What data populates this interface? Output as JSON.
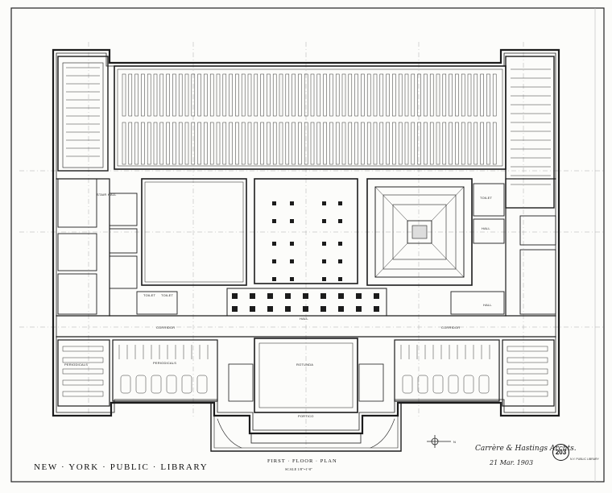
{
  "sheet": {
    "title": "NEW · YORK · PUBLIC · LIBRARY",
    "plan_title": "FIRST · FLOOR · PLAN",
    "scale": "SCALE 1/8\"=1'-0\"",
    "sheet_number": "203",
    "signature": "Carrère & Hastings Archts.",
    "signature_date": "21 Mar. 1903",
    "stamp": "N.Y. PUBLIC LIBRARY"
  },
  "rooms": {
    "stair_hall": "STAIR HALL",
    "toilet_left": "TOILET",
    "toilet_left_2": "TOILET",
    "toilet_right": "TOILET",
    "hall_right": "HALL",
    "hall_right_2": "HALL",
    "corridor_left": "CORRIDOR",
    "corridor_right": "CORRIDOR",
    "hall_center": "HALL",
    "rotunda": "ROTUNDA",
    "periodicals_left": "PERIODICALS",
    "periodicals_center": "PERIODICALS",
    "portico": "PORTICO",
    "north_arrow": "N"
  },
  "colors": {
    "ink": "#1c1c1c",
    "paper": "#fcfcfa"
  }
}
